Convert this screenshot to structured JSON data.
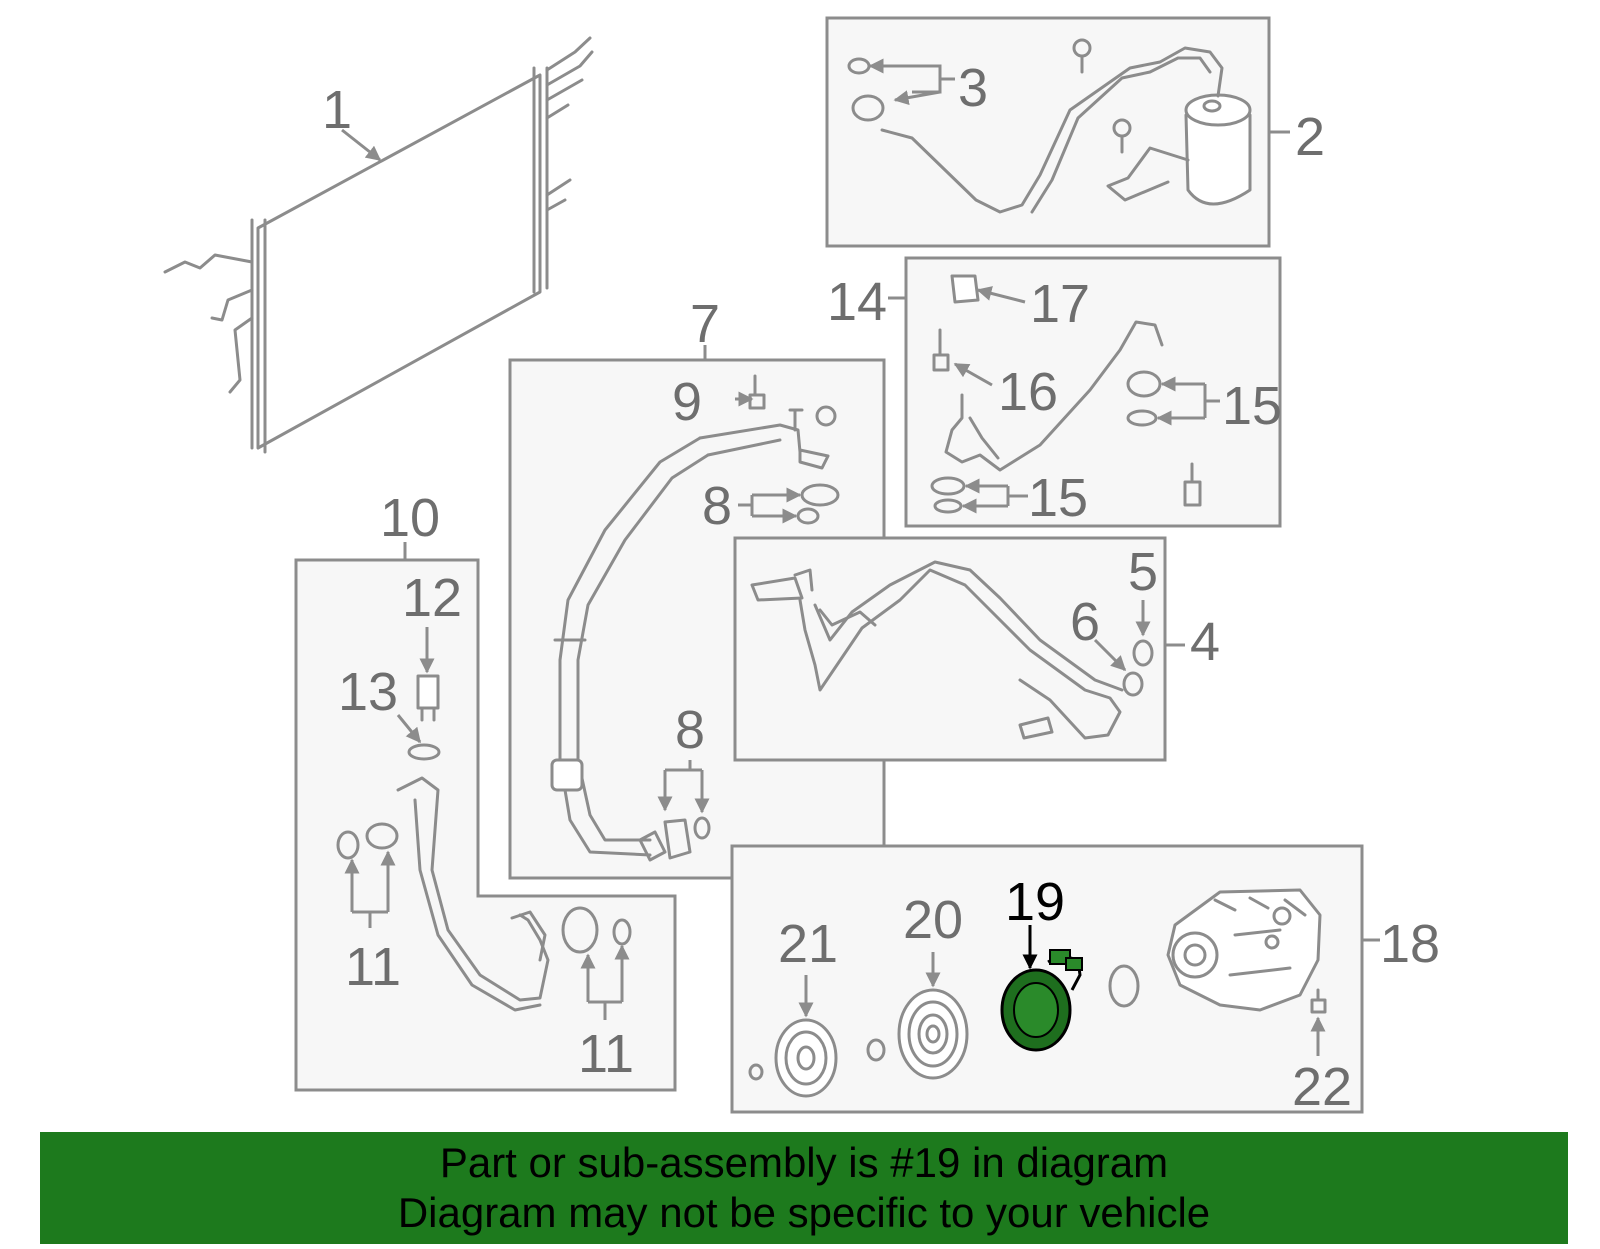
{
  "labels": {
    "p1": "1",
    "p2": "2",
    "p3": "3",
    "p4": "4",
    "p5": "5",
    "p6": "6",
    "p7": "7",
    "p8a": "8",
    "p8b": "8",
    "p9": "9",
    "p10": "10",
    "p11a": "11",
    "p11b": "11",
    "p12": "12",
    "p13": "13",
    "p14": "14",
    "p15a": "15",
    "p15b": "15",
    "p16": "16",
    "p17": "17",
    "p18": "18",
    "p19": "19",
    "p20": "20",
    "p21": "21",
    "p22": "22"
  },
  "highlight": {
    "part": "19",
    "color": "#1e6e1e"
  },
  "banner": {
    "line1": "Part or sub-assembly is #19 in diagram",
    "line2": "Diagram may not be specific to your vehicle",
    "color": "#1d7a1d"
  }
}
